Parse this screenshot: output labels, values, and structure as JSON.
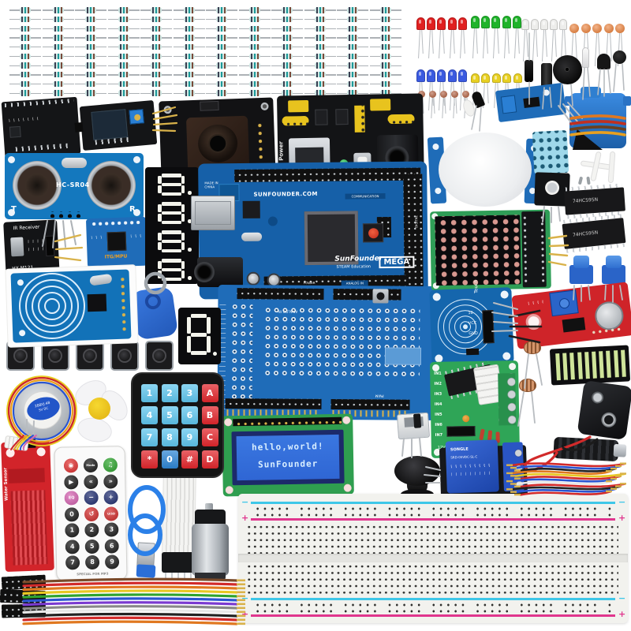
{
  "scene": {
    "title": "Electronics starter kit components laid out on white",
    "background": "#ffffff"
  },
  "palette": {
    "pcb_blue": "#1a6ab0",
    "pcb_blue_dark": "#0f5694",
    "pcb_green": "#2f9e57",
    "pcb_red": "#cf2429",
    "pcb_black": "#141517",
    "silver": "#c9cdd1",
    "gold": "#d9b24a",
    "rail_cyan": "#3ec7e8",
    "rail_magenta": "#e0368e",
    "lead_gray": "#adb2b6",
    "wire_red": "#d22a2a",
    "wire_black": "#1c1c1c",
    "lcd_screen": "#2f66d4",
    "lcd_text": "#d8eeff",
    "keypad_blue": "#5fc6ee",
    "keypad_zero_blue": "#2e86d4",
    "keypad_red": "#e2262c"
  },
  "resistors": {
    "rows": 10,
    "cols": 12,
    "body": "#cfe7e3",
    "bands": [
      "#3a3f52",
      "#1d9a9a",
      "#7a4a3a"
    ],
    "lead": "#adb2b6"
  },
  "led_groups": [
    {
      "name": "red-leds",
      "count": 5,
      "color": "#e02020"
    },
    {
      "name": "green-leds",
      "count": 5,
      "color": "#1fb32a"
    },
    {
      "name": "white-leds",
      "count": 5,
      "color": "#ededeb"
    },
    {
      "name": "ceramic-capacitors",
      "count": 5,
      "color": "#e8762a"
    },
    {
      "name": "blue-leds",
      "count": 5,
      "color": "#3a5ae0"
    },
    {
      "name": "yellow-leds",
      "count": 5,
      "color": "#e8d022"
    },
    {
      "name": "small-capacitors",
      "count": 5,
      "color": "#a8502e"
    }
  ],
  "labels": {
    "ultrasonic": {
      "model": "HC-SR04",
      "t": "T",
      "r": "R"
    },
    "ir_receiver": {
      "title": "IR Receiver",
      "model": "HX-M121"
    },
    "gyro": {
      "model": "ITG/MPU"
    },
    "mega": {
      "site": "SUNFOUNDER.COM",
      "made": "MADE IN\nCHINA",
      "brand": "SunFounder",
      "sub": "STEAM Education",
      "badge": "MEGA",
      "analog": "ANALOG IN",
      "power": "POWER",
      "comm": "COMMUNICATION",
      "digital": "DIGITAL"
    },
    "power_module": {
      "label": "Power"
    },
    "protoshield": {
      "analog": "ANALOG IN",
      "pwm": "PWM"
    },
    "touch": {
      "title": "Touch",
      "pins": [
        "10",
        "VCC",
        "GND"
      ]
    },
    "shift_register": {
      "part": "74HC595N"
    },
    "uln_driver": {
      "inputs": [
        "IN1",
        "IN2",
        "IN3",
        "IN4",
        "IN5",
        "IN6",
        "IN7"
      ],
      "range": "12V"
    },
    "relay": {
      "brand": "SONGLE",
      "part": "SRD-05VDC-SL-C"
    },
    "lcd": {
      "line1": "hello,world!",
      "line2": "SunFounder"
    },
    "water_sensor": {
      "label": "Water Sensor"
    },
    "stepper": {
      "part": "28BYJ-48",
      "volt": "5V DC"
    },
    "remote": {
      "footer": "SPECIAL FOR MP3"
    },
    "breadboard": {
      "plus": "+",
      "minus": "−"
    }
  },
  "keypad": {
    "keys": [
      {
        "label": "1",
        "color": "#5fc6ee"
      },
      {
        "label": "2",
        "color": "#5fc6ee"
      },
      {
        "label": "3",
        "color": "#5fc6ee"
      },
      {
        "label": "A",
        "color": "#e2262c"
      },
      {
        "label": "4",
        "color": "#5fc6ee"
      },
      {
        "label": "5",
        "color": "#5fc6ee"
      },
      {
        "label": "6",
        "color": "#5fc6ee"
      },
      {
        "label": "B",
        "color": "#e2262c"
      },
      {
        "label": "7",
        "color": "#5fc6ee"
      },
      {
        "label": "8",
        "color": "#5fc6ee"
      },
      {
        "label": "9",
        "color": "#5fc6ee"
      },
      {
        "label": "C",
        "color": "#e2262c"
      },
      {
        "label": "*",
        "color": "#e2262c"
      },
      {
        "label": "0",
        "color": "#2e86d4"
      },
      {
        "label": "#",
        "color": "#e2262c"
      },
      {
        "label": "D",
        "color": "#e2262c"
      }
    ]
  },
  "remote_buttons": [
    {
      "label": "◉",
      "color": "#e02c2c"
    },
    {
      "label": "Mode",
      "color": "#141414"
    },
    {
      "label": "♫",
      "color": "#2aa32a"
    },
    {
      "label": "▶",
      "color": "#141414"
    },
    {
      "label": "«",
      "color": "#141414"
    },
    {
      "label": "»",
      "color": "#141414"
    },
    {
      "label": "EQ",
      "color": "#d45fb0"
    },
    {
      "label": "−",
      "color": "#1c2a6e"
    },
    {
      "label": "+",
      "color": "#1c2a6e"
    },
    {
      "label": "0",
      "color": "#141414"
    },
    {
      "label": "↺",
      "color": "#d02828"
    },
    {
      "label": "U/SD",
      "color": "#d02828"
    },
    {
      "label": "1",
      "color": "#141414"
    },
    {
      "label": "2",
      "color": "#141414"
    },
    {
      "label": "3",
      "color": "#141414"
    },
    {
      "label": "4",
      "color": "#141414"
    },
    {
      "label": "5",
      "color": "#141414"
    },
    {
      "label": "6",
      "color": "#141414"
    },
    {
      "label": "7",
      "color": "#141414"
    },
    {
      "label": "8",
      "color": "#141414"
    },
    {
      "label": "9",
      "color": "#141414"
    }
  ],
  "bargraph": {
    "segments": 10,
    "color": "#cfe49a"
  },
  "led_matrix": {
    "rows": 8,
    "cols": 8,
    "dot_color": "#d89890"
  },
  "seven_segment": {
    "four_digit": "8888",
    "one_digit": "8"
  },
  "wires": {
    "rainbow": [
      "#7a4a2a",
      "#d22a2a",
      "#e07820",
      "#e8c822",
      "#2fa32f",
      "#2a55d0",
      "#7a3ad0",
      "#888888",
      "#e8e8e8",
      "#222222",
      "#d22a2a",
      "#e07820"
    ],
    "bundle": [
      "#d22a2a",
      "#2a55d0",
      "#222222",
      "#e07820",
      "#e8c822",
      "#d22a2a",
      "#2a55d0",
      "#e8e8e8",
      "#d22a2a",
      "#222222",
      "#2a55d0",
      "#d22a2a"
    ]
  }
}
